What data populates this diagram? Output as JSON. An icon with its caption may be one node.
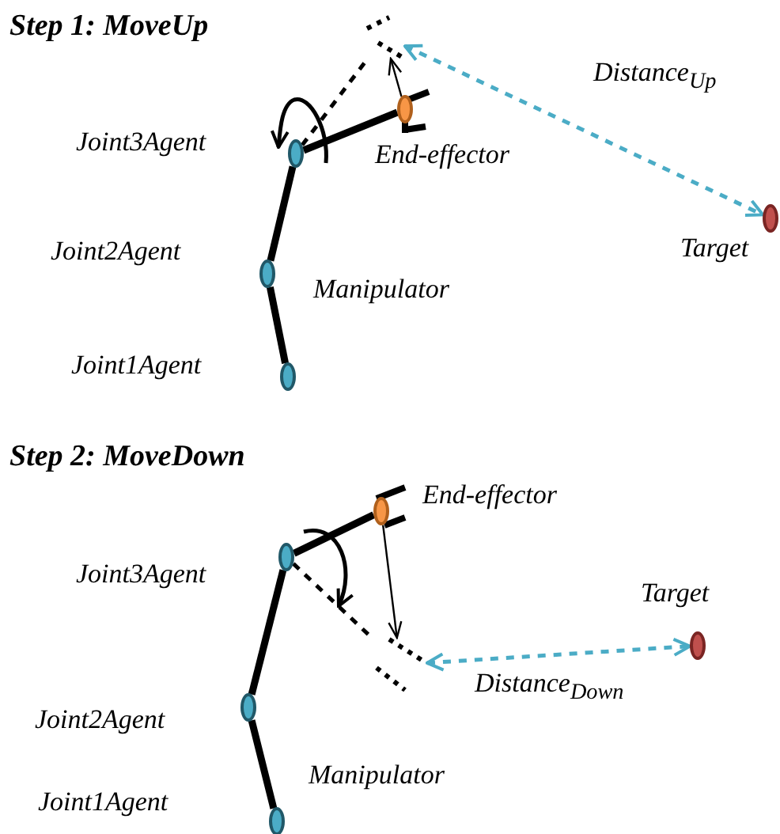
{
  "diagram": {
    "nodes": [
      {
        "text": [],
        "shape": "circle",
        "beside": [
          "Joint1Agent"
        ]
      },
      {
        "text": [],
        "shape": "circle",
        "beside": [
          "Joint2Agent"
        ]
      },
      {
        "text": [],
        "shape": "circle",
        "beside": [
          "Joint3Agent"
        ]
      },
      {
        "text": [],
        "shape": "circle",
        "beside": [
          "End-effector"
        ]
      },
      {
        "text": [],
        "shape": "circle",
        "beside": [
          "Target"
        ]
      },
      {
        "text": [],
        "shape": "circle",
        "beside": [
          "Joint1Agent"
        ]
      },
      {
        "text": [],
        "shape": "circle",
        "beside": [
          "Joint2Agent"
        ]
      },
      {
        "text": [],
        "shape": "circle",
        "beside": [
          "Joint3Agent"
        ]
      },
      {
        "text": [],
        "shape": "circle",
        "beside": [
          "End-effector"
        ]
      },
      {
        "text": [],
        "shape": "circle",
        "beside": [
          "Target"
        ]
      },
      {
        "text": [],
        "shape": "box"
      },
      {
        "text": [],
        "shape": "box"
      }
    ],
    "edges": [
      {
        "from": 0,
        "to": 1,
        "arrow": "none",
        "style": "thick"
      },
      {
        "from": 1,
        "to": 2,
        "arrow": "none",
        "style": "thick"
      },
      {
        "from": 2,
        "to": 3,
        "arrow": "none",
        "style": "thick"
      },
      {
        "from": 2,
        "to": 10,
        "arrow": "none",
        "style": "dashed"
      },
      {
        "from": 3,
        "to": 10,
        "arrow": "to"
      },
      {
        "from": 10,
        "to": 4,
        "arrow": "both",
        "style": "dashed",
        "color": "#4bacc6",
        "label": "Distance$_{Up}$"
      },
      {
        "from": 5,
        "to": 6,
        "arrow": "none",
        "style": "thick"
      },
      {
        "from": 6,
        "to": 7,
        "arrow": "none",
        "style": "thick"
      },
      {
        "from": 7,
        "to": 8,
        "arrow": "none",
        "style": "thick"
      },
      {
        "from": 7,
        "to": 11,
        "arrow": "none",
        "style": "dashed"
      },
      {
        "from": 8,
        "to": 11,
        "arrow": "to"
      },
      {
        "from": 11,
        "to": 9,
        "arrow": "both",
        "style": "dashed",
        "color": "#4bacc6",
        "label": "Distance$_{Down}$"
      }
    ],
    "labels": [
      "Step 1: MoveUp",
      "Manipulator",
      "Step 2: MoveDown",
      "Manipulator"
    ]
  }
}
